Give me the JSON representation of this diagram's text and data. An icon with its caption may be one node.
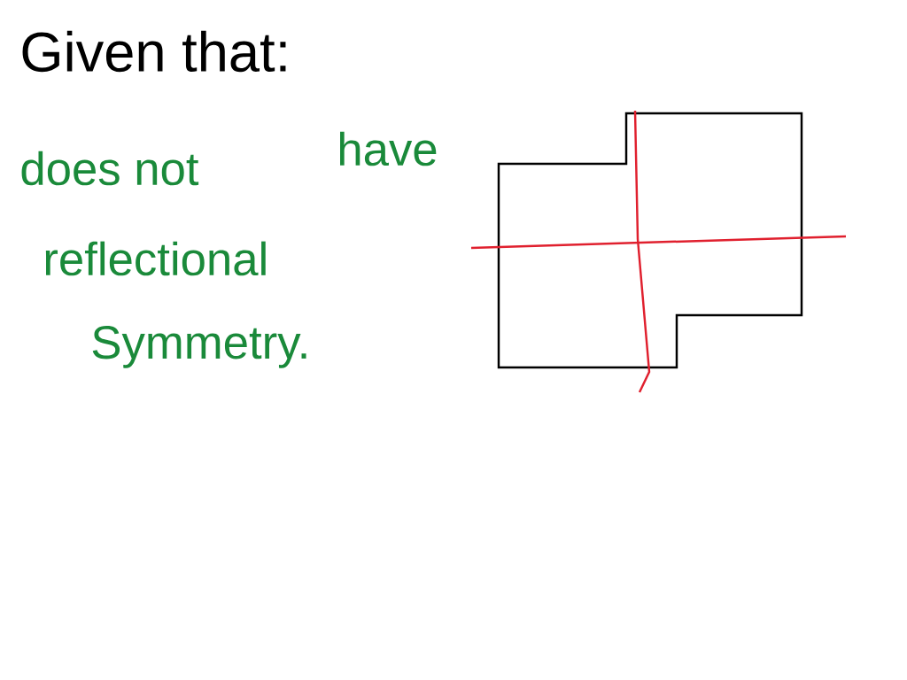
{
  "diagram": {
    "labels": [
      "Given that:",
      "does not",
      "have",
      "reflectional",
      "Symmetry."
    ]
  }
}
